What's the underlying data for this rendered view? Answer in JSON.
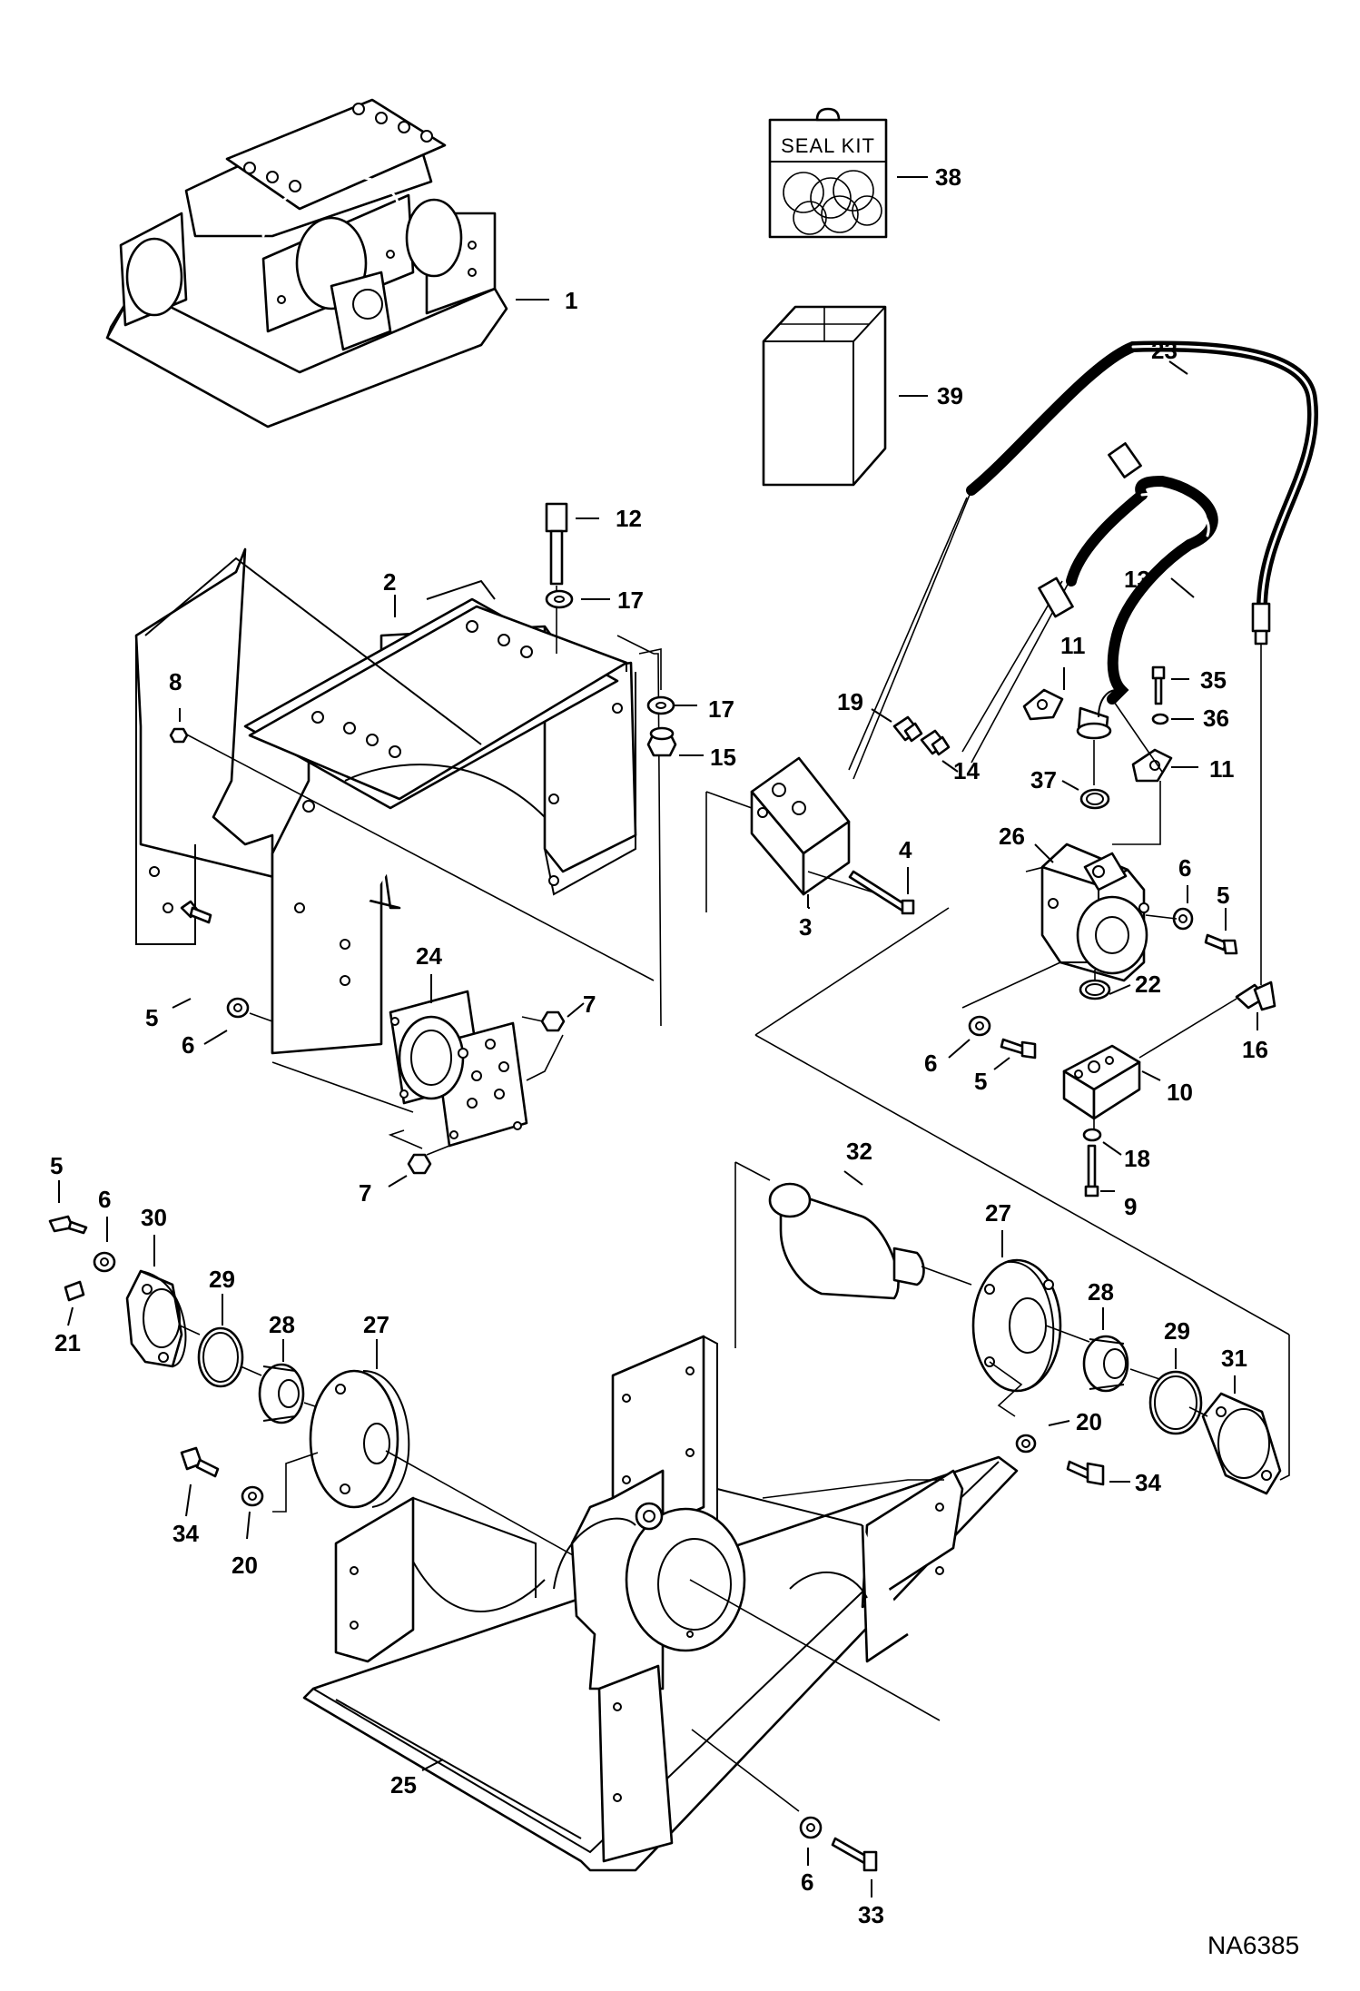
{
  "drawing_number": "NA6385",
  "seal_kit_label": "SEAL KIT",
  "callouts": [
    {
      "id": "c38",
      "text": "38"
    },
    {
      "id": "c1",
      "text": "1"
    },
    {
      "id": "c23",
      "text": "23"
    },
    {
      "id": "c39",
      "text": "39"
    },
    {
      "id": "c12",
      "text": "12"
    },
    {
      "id": "c13",
      "text": "13"
    },
    {
      "id": "c2",
      "text": "2"
    },
    {
      "id": "c17a",
      "text": "17"
    },
    {
      "id": "c8",
      "text": "8"
    },
    {
      "id": "c11a",
      "text": "11"
    },
    {
      "id": "c35",
      "text": "35"
    },
    {
      "id": "c19",
      "text": "19"
    },
    {
      "id": "c17b",
      "text": "17"
    },
    {
      "id": "c36",
      "text": "36"
    },
    {
      "id": "c15",
      "text": "15"
    },
    {
      "id": "c14",
      "text": "14"
    },
    {
      "id": "c11b",
      "text": "11"
    },
    {
      "id": "c37",
      "text": "37"
    },
    {
      "id": "c26",
      "text": "26"
    },
    {
      "id": "c4",
      "text": "4"
    },
    {
      "id": "c6a",
      "text": "6"
    },
    {
      "id": "c3",
      "text": "3"
    },
    {
      "id": "c5a",
      "text": "5"
    },
    {
      "id": "c24",
      "text": "24"
    },
    {
      "id": "c22",
      "text": "22"
    },
    {
      "id": "c7a",
      "text": "7"
    },
    {
      "id": "c5b",
      "text": "5"
    },
    {
      "id": "c16",
      "text": "16"
    },
    {
      "id": "c6b",
      "text": "6"
    },
    {
      "id": "c6c",
      "text": "6"
    },
    {
      "id": "c5c",
      "text": "5"
    },
    {
      "id": "c10",
      "text": "10"
    },
    {
      "id": "c18",
      "text": "18"
    },
    {
      "id": "c32",
      "text": "32"
    },
    {
      "id": "c7b",
      "text": "7"
    },
    {
      "id": "c9",
      "text": "9"
    },
    {
      "id": "c5d",
      "text": "5"
    },
    {
      "id": "c6d",
      "text": "6"
    },
    {
      "id": "c30",
      "text": "30"
    },
    {
      "id": "c27a",
      "text": "27"
    },
    {
      "id": "c29a",
      "text": "29"
    },
    {
      "id": "c28a",
      "text": "28"
    },
    {
      "id": "c28b",
      "text": "28"
    },
    {
      "id": "c21",
      "text": "21"
    },
    {
      "id": "c27b",
      "text": "27"
    },
    {
      "id": "c29b",
      "text": "29"
    },
    {
      "id": "c31",
      "text": "31"
    },
    {
      "id": "c20a",
      "text": "20"
    },
    {
      "id": "c34a",
      "text": "34"
    },
    {
      "id": "c34b",
      "text": "34"
    },
    {
      "id": "c20b",
      "text": "20"
    },
    {
      "id": "c25",
      "text": "25"
    },
    {
      "id": "c6e",
      "text": "6"
    },
    {
      "id": "c33",
      "text": "33"
    }
  ]
}
